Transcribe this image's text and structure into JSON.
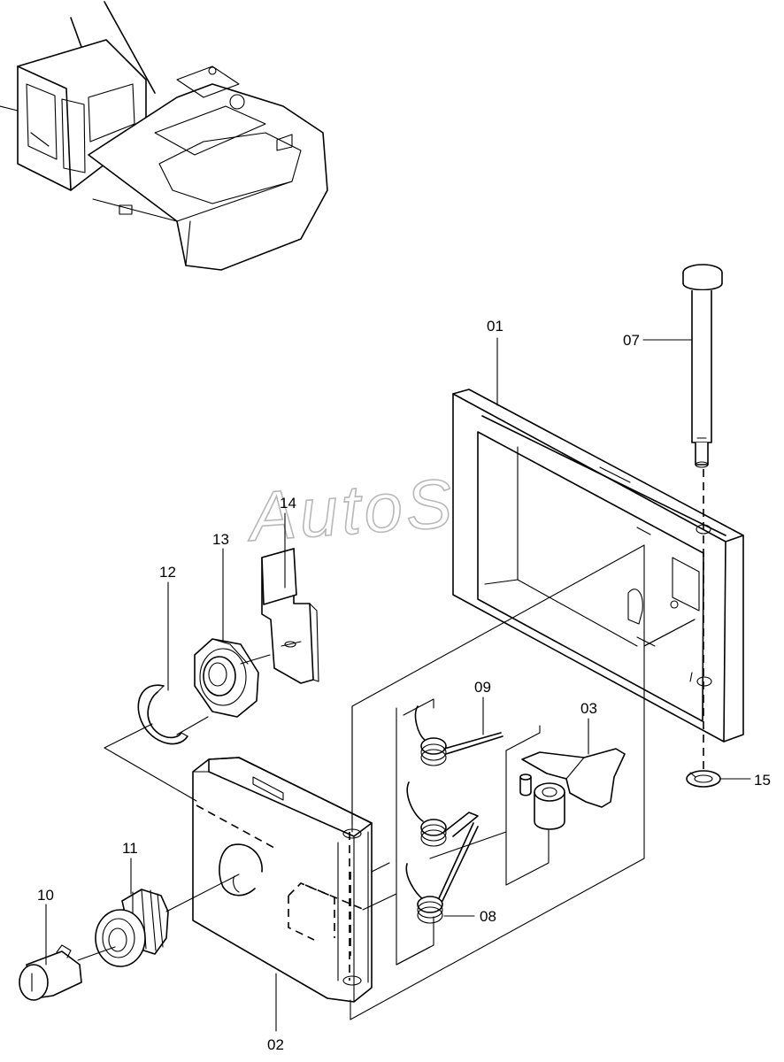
{
  "watermark": "AutoSoft",
  "callouts": {
    "p01": "01",
    "p02": "02",
    "p03": "03",
    "p07": "07",
    "p08": "08",
    "p09": "09",
    "p10": "10",
    "p11": "11",
    "p12": "12",
    "p13": "13",
    "p14": "14",
    "p15": "15"
  }
}
